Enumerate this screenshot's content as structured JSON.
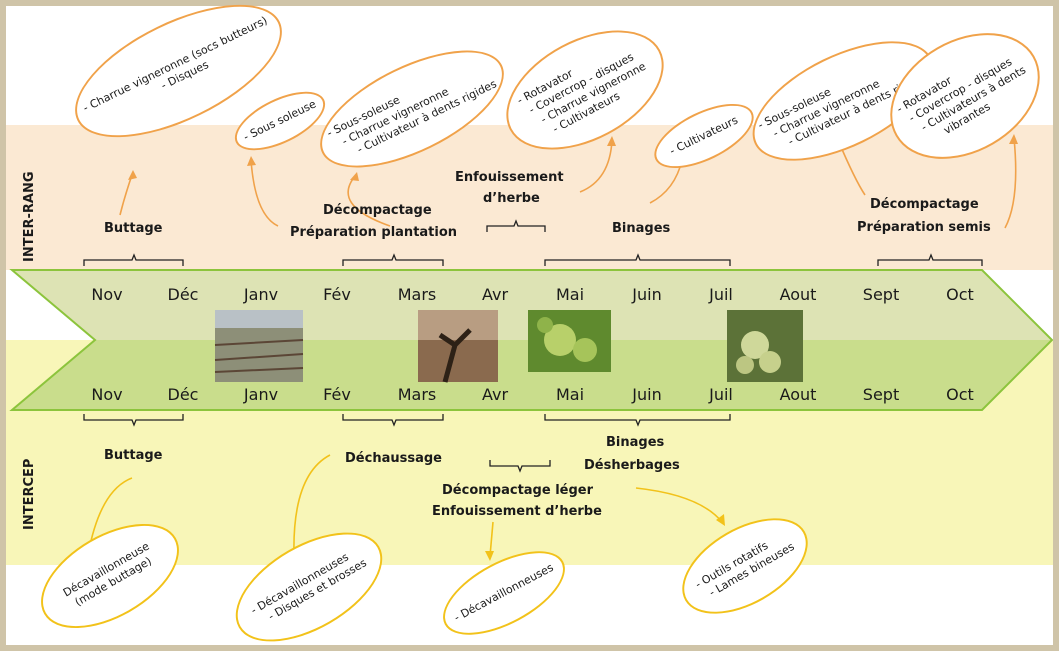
{
  "sections": {
    "top": "INTER-RANG",
    "bottom": "INTERCEP"
  },
  "months_top": [
    "Nov",
    "Déc",
    "Janv",
    "Fév",
    "Mars",
    "Avr",
    "Mai",
    "Juin",
    "Juil",
    "Aout",
    "Sept",
    "Oct"
  ],
  "months_bottom": [
    "Nov",
    "Déc",
    "Janv",
    "Fév",
    "Mars",
    "Avr",
    "Mai",
    "Juin",
    "Juil",
    "Aout",
    "Sept",
    "Oct"
  ],
  "inter_rang": {
    "buttage": "Buttage",
    "decompactage_1": "Décompactage",
    "preparation_plantation": "Préparation plantation",
    "enfouissement_1": "Enfouissement",
    "enfouissement_2": "d’herbe",
    "binages": "Binages",
    "decompactage_2": "Décompactage",
    "preparation_semis": "Préparation semis"
  },
  "inter_rang_tools": {
    "e1": [
      "- Charrue vigneronne (socs butteurs)",
      "- Disques"
    ],
    "e2": [
      "- Sous soleuse"
    ],
    "e3": [
      "- Sous-soleuse",
      "- Charrue vigneronne",
      "- Cultivateur à dents rigides"
    ],
    "e4": [
      "- Rotavator",
      "- Covercrop - disques",
      "- Charrue vigneronne",
      "- Cultivateurs"
    ],
    "e5": [
      "- Cultivateurs"
    ],
    "e6": [
      "- Sous-soleuse",
      "- Charrue vigneronne",
      "- Cultivateur à dents rigides"
    ],
    "e7": [
      "- Rotavator",
      "- Covercrop - disques",
      "- Cultivateurs à dents",
      "vibrantes"
    ]
  },
  "intercep": {
    "buttage": "Buttage",
    "dechaussage": "Déchaussage",
    "binages": "Binages",
    "desherbages": "Désherbages",
    "decompactage_leger": "Décompactage léger",
    "enfouissement": "Enfouissement d’herbe"
  },
  "intercep_tools": {
    "e1": [
      "Décavaillonneuse",
      "(mode buttage)"
    ],
    "e2": [
      "- Décavaillonneuses",
      "- Disques et brosses"
    ],
    "e3": [
      "- Décavaillonneuses"
    ],
    "e4": [
      "- Outils rotatifs",
      "- Lames bineuses"
    ]
  },
  "colors": {
    "top_band": "#fbe9d3",
    "bottom_band": "#f8f6b8",
    "arrow_top": "#dde3b4",
    "arrow_bottom": "#c9dd8c",
    "arrow_border": "#8cc43c",
    "orange": "#f0a24a",
    "yellow": "#f2c21a"
  },
  "photos": [
    "vineyard-winter-photo",
    "vine-pruned-photo",
    "vine-flowering-photo",
    "grapes-photo"
  ]
}
